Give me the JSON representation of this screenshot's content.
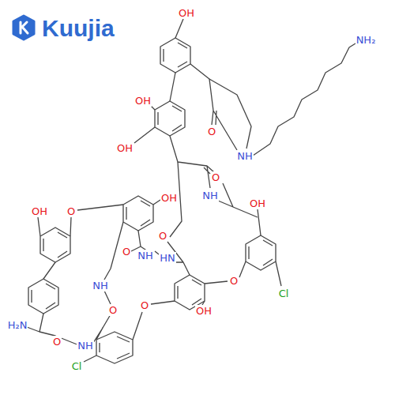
{
  "diagram": {
    "labels": [
      "Kuujia",
      "NH₂",
      "OH",
      "OH",
      "O",
      "NH",
      "OH",
      "O",
      "NH",
      "OH",
      "OH",
      "O",
      "OH",
      "O",
      "HN",
      "O",
      "NH",
      "NH",
      "O",
      "Cl",
      "OH",
      "O",
      "H₂N",
      "O",
      "O",
      "NH",
      "Cl"
    ]
  }
}
